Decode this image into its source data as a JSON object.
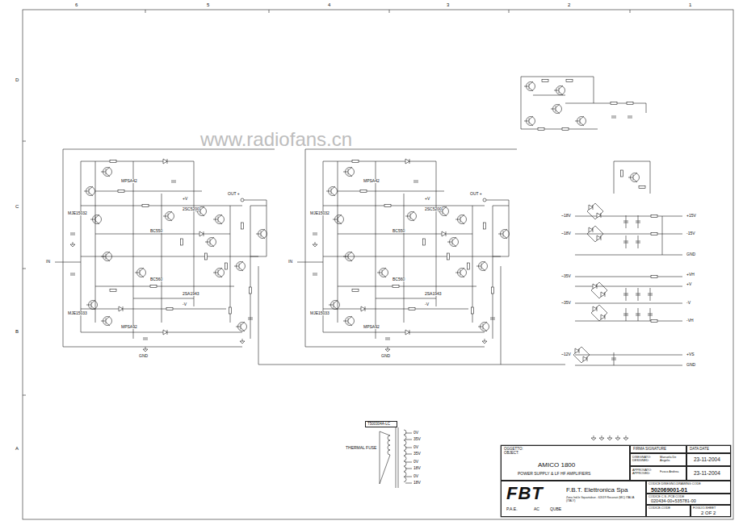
{
  "diagram": {
    "nodes": [
      {
        "text": [
          "OGGETTO: OBJECT:",
          "AMICO 1800",
          "POWER SUPPLY & LF HF AMPLIFIERS"
        ]
      },
      {
        "text": [
          "FIRMA SIGNATURE"
        ]
      },
      {
        "text": [
          "DATA DATE"
        ]
      },
      {
        "text": [
          "DISEGNATO: DESIGNED:",
          "Manuela De Angelis"
        ]
      },
      {
        "text": [
          "23-11-2004"
        ]
      },
      {
        "text": [
          "APPROVATO: APPROVED:",
          "Fusco Andrea"
        ]
      },
      {
        "text": [
          "23-11-2004"
        ]
      },
      {
        "text": [
          "FBT",
          "F.B.T. Elettronica Spa",
          "Zona Ind.le Squartabue - 62019 Recanati (MC) ITALIA (ITALY)",
          "P.A.E.",
          "AC",
          "QUBE"
        ]
      },
      {
        "text": [
          "CODICE DISEGNO-DRAWING CODE",
          "502069001-01"
        ]
      },
      {
        "text": [
          "CODICE C.S.-PCB CODE",
          "020434-00+535781-00"
        ]
      },
      {
        "text": [
          "CODICE-CODE"
        ]
      },
      {
        "text": [
          "FOGLIO-SHEET",
          "2 OF 2"
        ]
      },
      {
        "text": [
          "T500304A-LC"
        ]
      }
    ],
    "labels": [
      "www.radiofans.cn",
      "6",
      "5",
      "4",
      "3",
      "2",
      "1",
      "D",
      "C",
      "B",
      "A",
      "IN",
      "OUT +",
      "2SC5200",
      "2SA1943",
      "MJE15032",
      "MJE15033",
      "BC550",
      "BC560",
      "MPSA42",
      "MPSA92",
      "+V",
      "-V",
      "GND",
      "IN",
      "OUT +",
      "2SC5200",
      "2SA1943",
      "MJE15032",
      "MJE15033",
      "BC550",
      "BC560",
      "MPSA42",
      "MPSA92",
      "+V",
      "-V",
      "GND",
      "+15V",
      "-15V",
      "GND",
      "+VH",
      "+V",
      "-V",
      "-VH",
      "+VS",
      "GND",
      "~18V",
      "~18V",
      "~35V",
      "~35V",
      "~12V",
      "THERMAL FUSE",
      "0V",
      "35V",
      "0V",
      "35V",
      "0V",
      "18V",
      "0V",
      "18V"
    ]
  }
}
